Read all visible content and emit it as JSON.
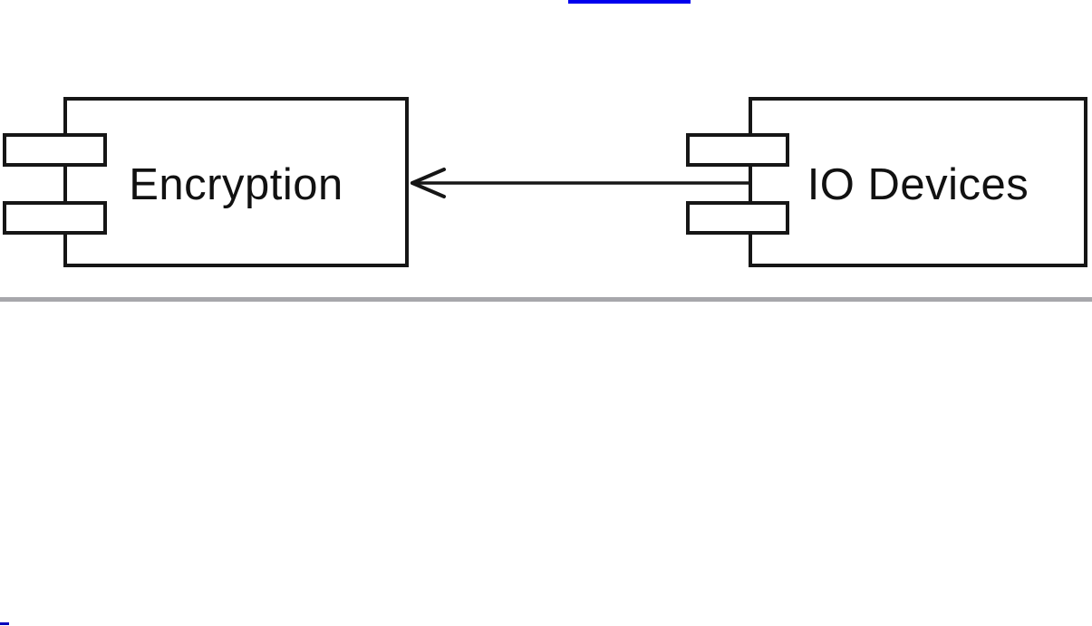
{
  "page": {
    "background_color": "#ffffff",
    "divider_color": "#a7a7ab"
  },
  "links": {
    "top_truncated_link_color": "#0000ee",
    "bottom_truncated_link_color": "#0000bb"
  },
  "diagram": {
    "type": "uml-component-diagram",
    "stroke_color": "#161616",
    "components": [
      {
        "label": "Encryption"
      },
      {
        "label": "IO Devices"
      }
    ],
    "connectors": [
      {
        "from": "IO Devices",
        "to": "Encryption",
        "arrowhead": "open-arrow",
        "direction": "left"
      }
    ]
  }
}
